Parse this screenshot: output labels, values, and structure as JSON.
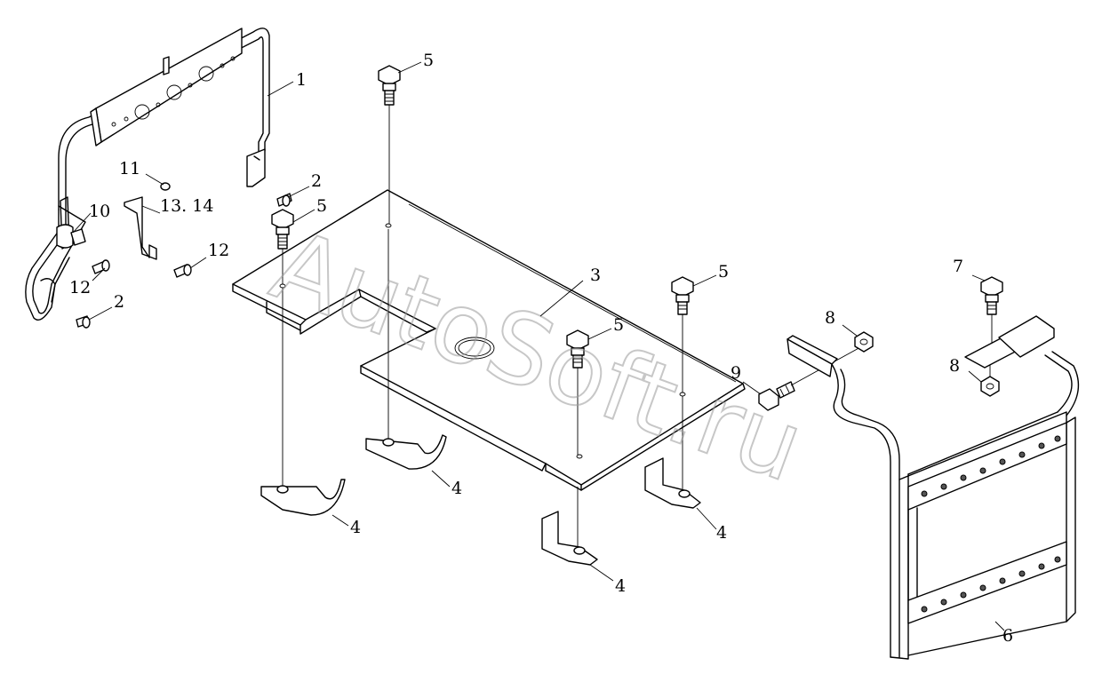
{
  "watermark": "AutoSoft.ru",
  "callouts": {
    "c1": "1",
    "c2a": "2",
    "c2b": "2",
    "c3": "3",
    "c4a": "4",
    "c4b": "4",
    "c4c": "4",
    "c4d": "4",
    "c5a": "5",
    "c5b": "5",
    "c5c": "5",
    "c5d": "5",
    "c6": "6",
    "c7": "7",
    "c8a": "8",
    "c8b": "8",
    "c9": "9",
    "c10": "10",
    "c11": "11",
    "c12a": "12",
    "c12b": "12",
    "c1314": "13. 14"
  }
}
